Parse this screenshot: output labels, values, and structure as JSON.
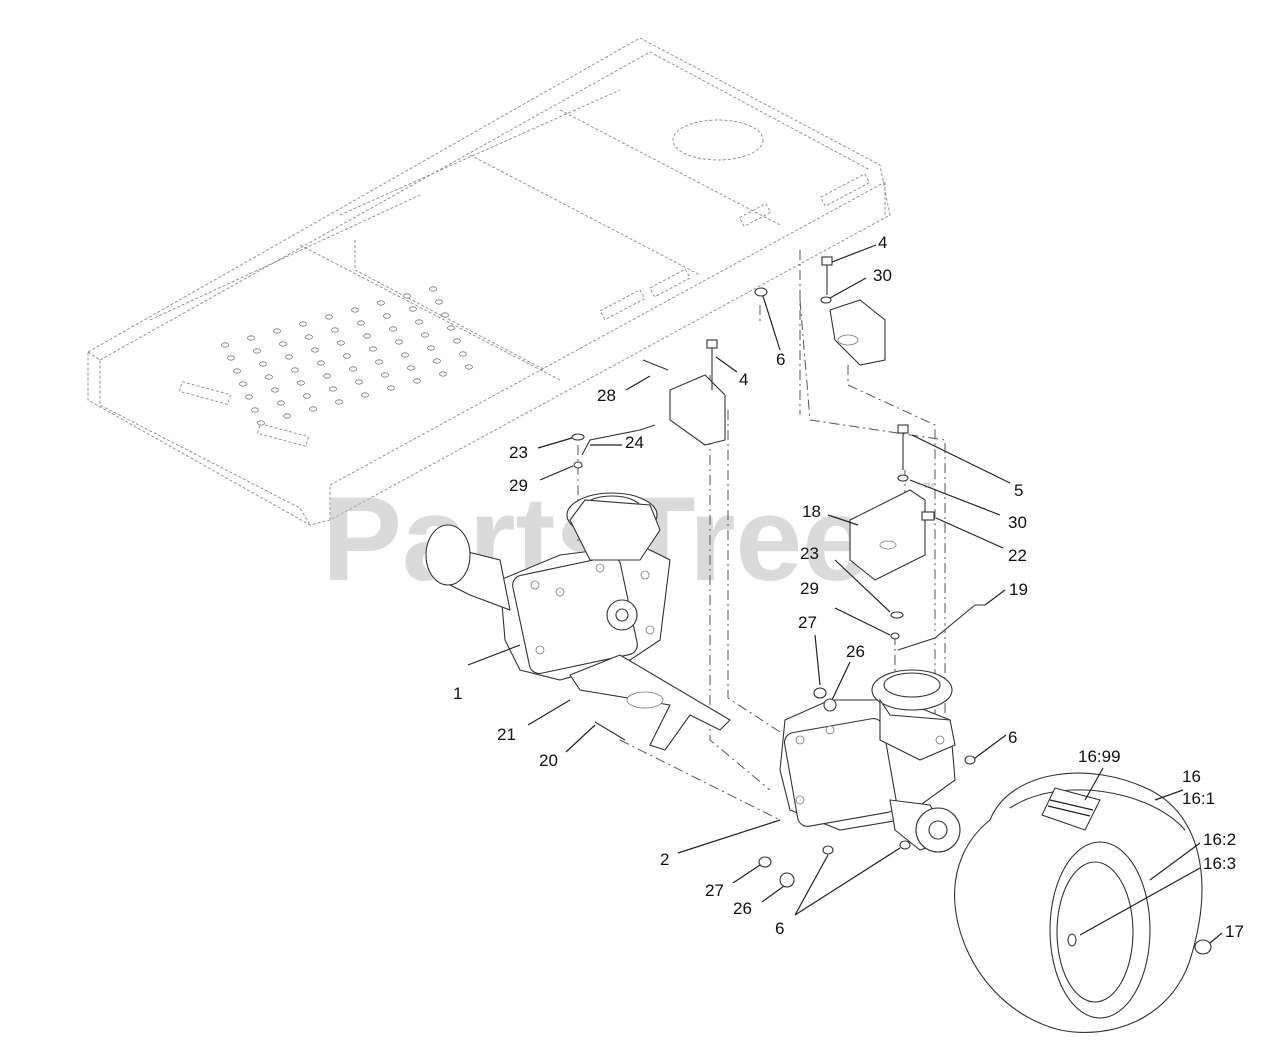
{
  "watermark": {
    "text": "PartsTree",
    "trademark": "™"
  },
  "callouts": [
    {
      "id": "c4a",
      "text": "4"
    },
    {
      "id": "c30a",
      "text": "30"
    },
    {
      "id": "c6a",
      "text": "6"
    },
    {
      "id": "c4b",
      "text": "4"
    },
    {
      "id": "c28",
      "text": "28"
    },
    {
      "id": "c23a",
      "text": "23"
    },
    {
      "id": "c24",
      "text": "24"
    },
    {
      "id": "c29a",
      "text": "29"
    },
    {
      "id": "c5",
      "text": "5"
    },
    {
      "id": "c30b",
      "text": "30"
    },
    {
      "id": "c18",
      "text": "18"
    },
    {
      "id": "c22",
      "text": "22"
    },
    {
      "id": "c23b",
      "text": "23"
    },
    {
      "id": "c19",
      "text": "19"
    },
    {
      "id": "c29b",
      "text": "29"
    },
    {
      "id": "c27a",
      "text": "27"
    },
    {
      "id": "c26a",
      "text": "26"
    },
    {
      "id": "c1",
      "text": "1"
    },
    {
      "id": "c21",
      "text": "21"
    },
    {
      "id": "c20",
      "text": "20"
    },
    {
      "id": "c6b",
      "text": "6"
    },
    {
      "id": "c1699",
      "text": "16:99"
    },
    {
      "id": "c16",
      "text": "16"
    },
    {
      "id": "c161",
      "text": "16:1"
    },
    {
      "id": "c162",
      "text": "16:2"
    },
    {
      "id": "c163",
      "text": "16:3"
    },
    {
      "id": "c2",
      "text": "2"
    },
    {
      "id": "c27b",
      "text": "27"
    },
    {
      "id": "c26b",
      "text": "26"
    },
    {
      "id": "c6c",
      "text": "6"
    },
    {
      "id": "c17",
      "text": "17"
    }
  ]
}
